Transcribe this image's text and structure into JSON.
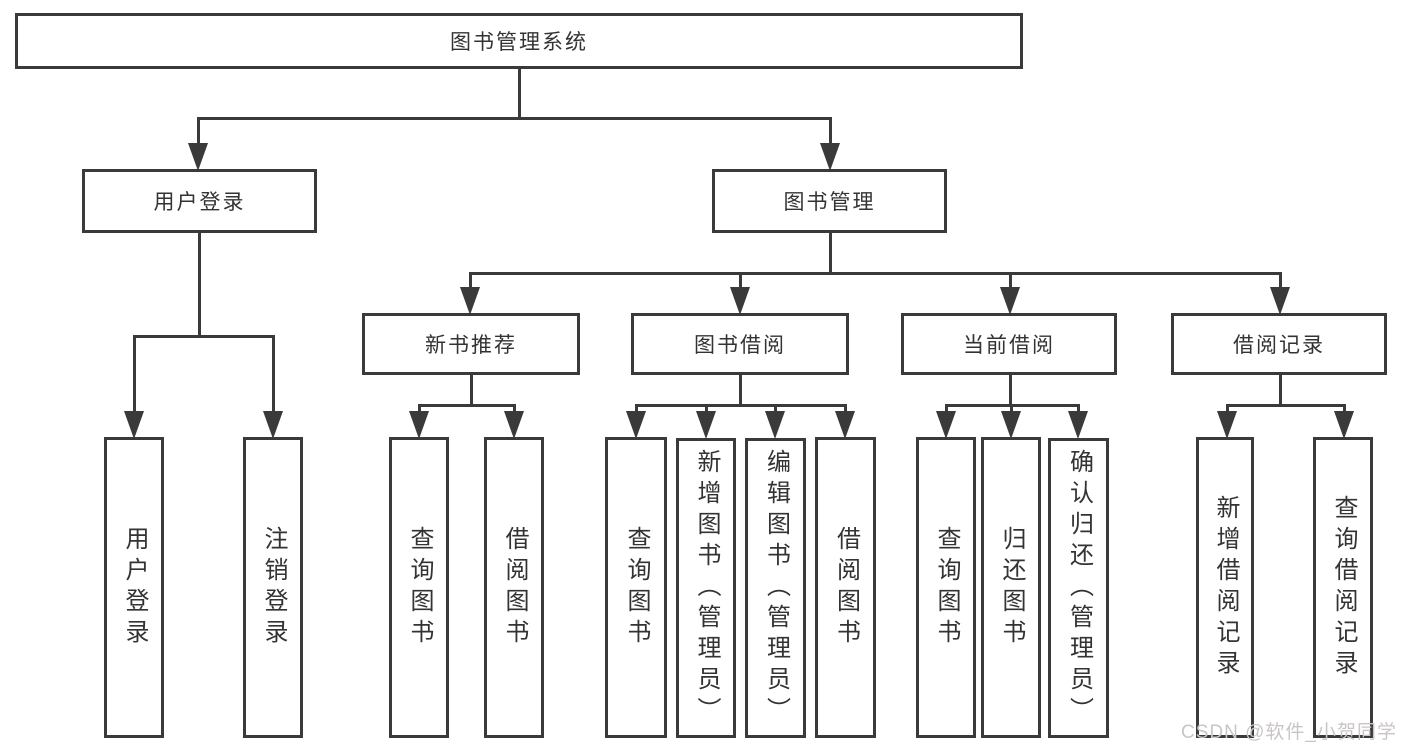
{
  "tree": {
    "root": "图书管理系统",
    "branches": [
      {
        "label": "用户登录",
        "children": [
          "用户登录",
          "注销登录"
        ]
      },
      {
        "label": "图书管理",
        "groups": [
          {
            "label": "新书推荐",
            "children": [
              "查询图书",
              "借阅图书"
            ]
          },
          {
            "label": "图书借阅",
            "children": [
              "查询图书",
              "新增图书（管理员）",
              "编辑图书（管理员）",
              "借阅图书"
            ]
          },
          {
            "label": "当前借阅",
            "children": [
              "查询图书",
              "归还图书",
              "确认归还（管理员）"
            ]
          },
          {
            "label": "借阅记录",
            "children": [
              "新增借阅记录",
              "查询借阅记录"
            ]
          }
        ]
      }
    ]
  },
  "watermark": "CSDN @软件_小贺同学",
  "colors": {
    "line": "#3a3a3a",
    "text": "#333333",
    "background": "#ffffff",
    "watermark": "#c9c5c5"
  }
}
